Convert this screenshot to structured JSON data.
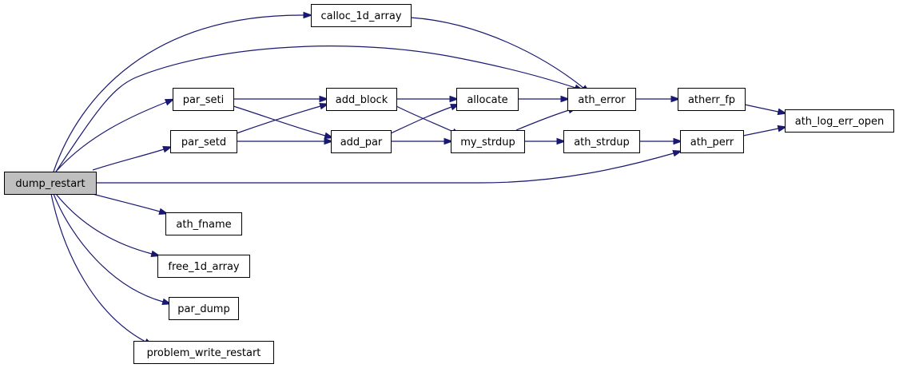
{
  "graph": {
    "nodes": [
      {
        "id": "dump_restart",
        "label": "dump_restart",
        "root": true
      },
      {
        "id": "calloc_1d_array",
        "label": "calloc_1d_array"
      },
      {
        "id": "par_seti",
        "label": "par_seti"
      },
      {
        "id": "par_setd",
        "label": "par_setd"
      },
      {
        "id": "add_block",
        "label": "add_block"
      },
      {
        "id": "add_par",
        "label": "add_par"
      },
      {
        "id": "allocate",
        "label": "allocate"
      },
      {
        "id": "my_strdup",
        "label": "my_strdup"
      },
      {
        "id": "ath_error",
        "label": "ath_error"
      },
      {
        "id": "ath_strdup",
        "label": "ath_strdup"
      },
      {
        "id": "atherr_fp",
        "label": "atherr_fp"
      },
      {
        "id": "ath_perr",
        "label": "ath_perr"
      },
      {
        "id": "ath_log_err_open",
        "label": "ath_log_err_open"
      },
      {
        "id": "ath_fname",
        "label": "ath_fname"
      },
      {
        "id": "free_1d_array",
        "label": "free_1d_array"
      },
      {
        "id": "par_dump",
        "label": "par_dump"
      },
      {
        "id": "problem_write_restart",
        "label": "problem_write_restart"
      }
    ],
    "edges": [
      {
        "from": "dump_restart",
        "to": "calloc_1d_array"
      },
      {
        "from": "dump_restart",
        "to": "ath_error"
      },
      {
        "from": "dump_restart",
        "to": "par_seti"
      },
      {
        "from": "dump_restart",
        "to": "par_setd"
      },
      {
        "from": "dump_restart",
        "to": "ath_perr"
      },
      {
        "from": "dump_restart",
        "to": "ath_fname"
      },
      {
        "from": "dump_restart",
        "to": "free_1d_array"
      },
      {
        "from": "dump_restart",
        "to": "par_dump"
      },
      {
        "from": "dump_restart",
        "to": "problem_write_restart"
      },
      {
        "from": "calloc_1d_array",
        "to": "ath_error"
      },
      {
        "from": "par_seti",
        "to": "add_block"
      },
      {
        "from": "par_seti",
        "to": "add_par"
      },
      {
        "from": "par_setd",
        "to": "add_block"
      },
      {
        "from": "par_setd",
        "to": "add_par"
      },
      {
        "from": "add_block",
        "to": "allocate"
      },
      {
        "from": "add_block",
        "to": "my_strdup"
      },
      {
        "from": "add_par",
        "to": "allocate"
      },
      {
        "from": "add_par",
        "to": "my_strdup"
      },
      {
        "from": "allocate",
        "to": "ath_error"
      },
      {
        "from": "my_strdup",
        "to": "ath_error"
      },
      {
        "from": "my_strdup",
        "to": "ath_strdup"
      },
      {
        "from": "ath_strdup",
        "to": "ath_perr"
      },
      {
        "from": "ath_error",
        "to": "atherr_fp"
      },
      {
        "from": "atherr_fp",
        "to": "ath_log_err_open"
      },
      {
        "from": "ath_perr",
        "to": "ath_log_err_open"
      }
    ]
  }
}
